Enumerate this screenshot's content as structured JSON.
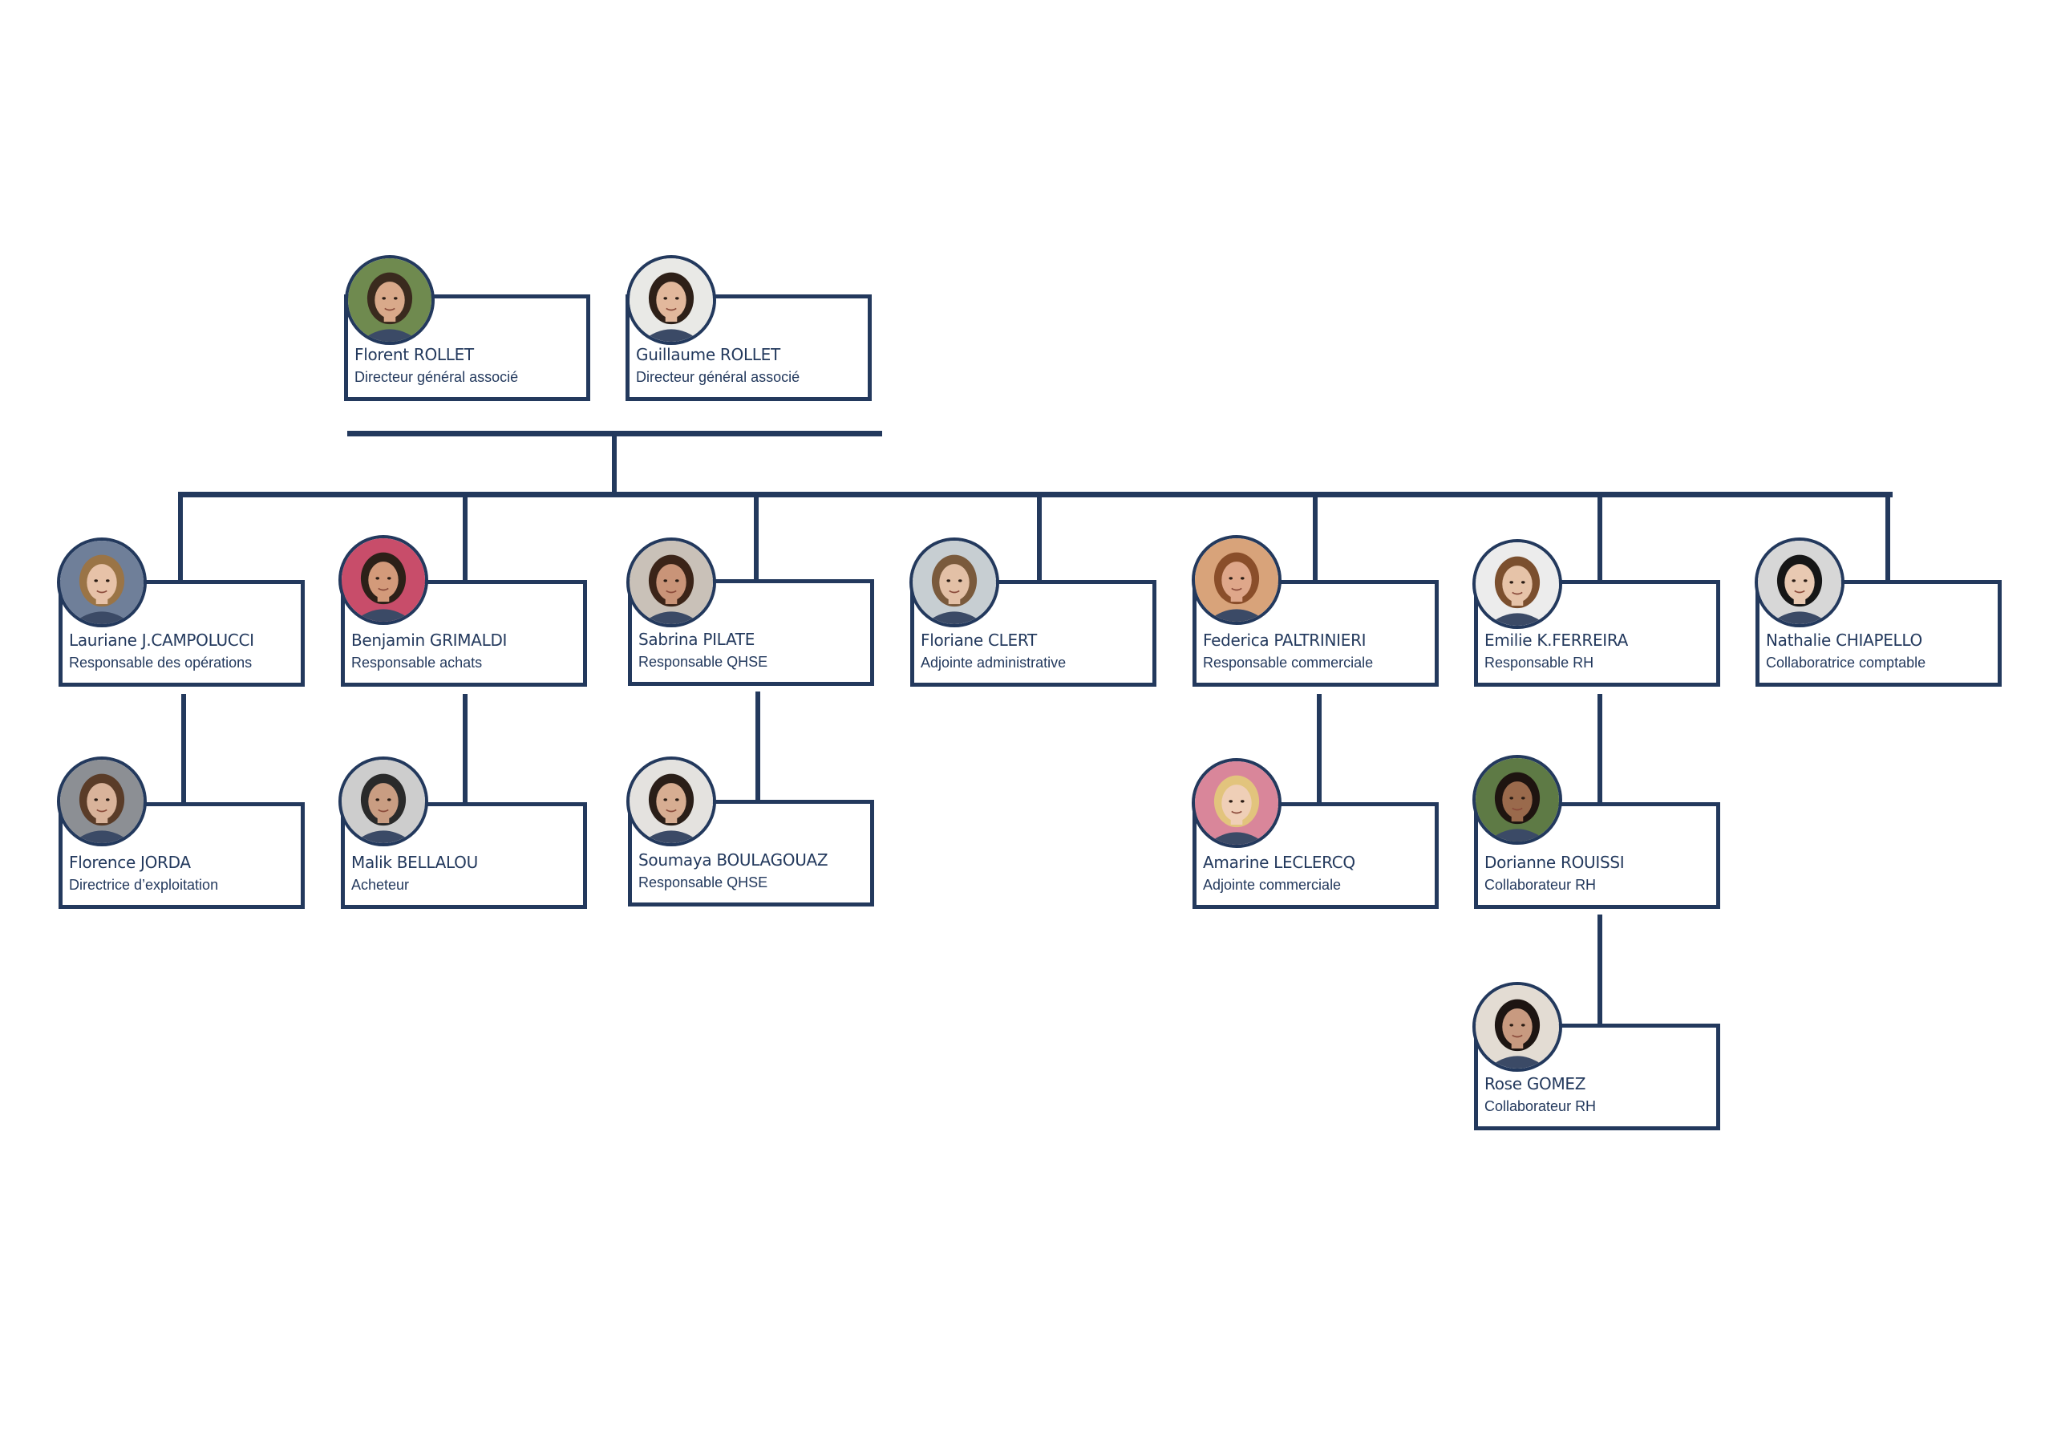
{
  "people": [
    {
      "name": "Florent ROLLET",
      "role": "Directeur général associé",
      "bg": "#6f8a4f",
      "skin": "#d9a98a",
      "hair": "#3a2a1e"
    },
    {
      "name": "Guillaume ROLLET",
      "role": "Directeur général associé",
      "bg": "#e9e9e6",
      "skin": "#e2b89c",
      "hair": "#2e2018"
    },
    {
      "name": "Lauriane J.CAMPOLUCCI",
      "role": "Responsable des opérations",
      "bg": "#6f7f99",
      "skin": "#e7c2a8",
      "hair": "#9a7446"
    },
    {
      "name": "Benjamin GRIMALDI",
      "role": "Responsable achats",
      "bg": "#c84d6a",
      "skin": "#d39a7a",
      "hair": "#2c2018"
    },
    {
      "name": "Sabrina PILATE",
      "role": "Responsable QHSE",
      "bg": "#c9c1b8",
      "skin": "#c99478",
      "hair": "#3b2418"
    },
    {
      "name": "Floriane CLERT",
      "role": "Adjointe administrative",
      "bg": "#c7ced2",
      "skin": "#e3c0a6",
      "hair": "#7a5a3c"
    },
    {
      "name": "Federica PALTRINIERI",
      "role": "Responsable commerciale",
      "bg": "#d8a37a",
      "skin": "#dfa78a",
      "hair": "#8a4e2a"
    },
    {
      "name": "Emilie K.FERREIRA",
      "role": "Responsable RH",
      "bg": "#ececec",
      "skin": "#e6c3a8",
      "hair": "#7b4f2e"
    },
    {
      "name": "Nathalie CHIAPELLO",
      "role": "Collaboratrice comptable",
      "bg": "#d7d7d7",
      "skin": "#e8c9b2",
      "hair": "#161616"
    },
    {
      "name": "Florence JORDA",
      "role": "Directrice d’exploitation",
      "bg": "#8c8f94",
      "skin": "#d9b39a",
      "hair": "#5a3c28"
    },
    {
      "name": "Malik BELLALOU",
      "role": "Acheteur",
      "bg": "#cdcdcd",
      "skin": "#c99d82",
      "hair": "#2a2a2a"
    },
    {
      "name": "Soumaya BOULAGOUAZ",
      "role": "Responsable QHSE",
      "bg": "#e4e2df",
      "skin": "#d7ad92",
      "hair": "#2a1e18"
    },
    {
      "name": "Amarine LECLERCQ",
      "role": "Adjointe commerciale",
      "bg": "#d9869a",
      "skin": "#efcfb7",
      "hair": "#e2c47d"
    },
    {
      "name": "Dorianne ROUISSI",
      "role": "Collaborateur RH",
      "bg": "#5e7a45",
      "skin": "#9a6a4c",
      "hair": "#1e1410"
    },
    {
      "name": "Rose GOMEZ",
      "role": "Collaborateur RH",
      "bg": "#e3dcd3",
      "skin": "#c89a80",
      "hair": "#1d1512"
    }
  ],
  "colors": {
    "accent": "#23395d",
    "background": "#ffffff"
  }
}
